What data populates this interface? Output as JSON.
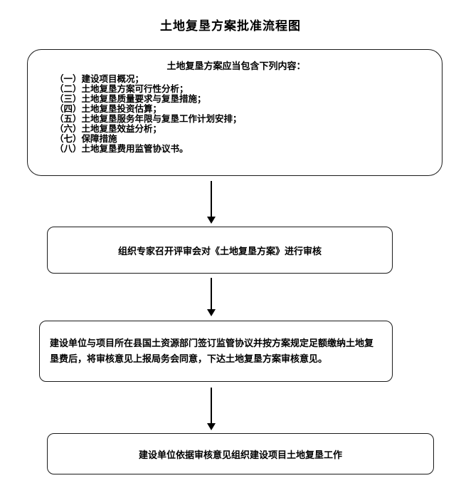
{
  "title": "土地复垦方案批准流程图",
  "boxes": {
    "contents": {
      "heading": "土地复垦方案应当包含下列内容：",
      "items": [
        "（一）建设项目概况；",
        "（二）土地复垦方案可行性分析；",
        "（三）土地复垦质量要求与复垦措施；",
        "（四）土地复垦投资估算；",
        "（五）土地复垦服务年限与复垦工作计划安排；",
        "（六）土地复垦效益分析；",
        "（七）保障措施",
        "（八）土地复垦费用监管协议书。"
      ]
    },
    "review": "组织专家召开评审会对《土地复垦方案》进行审核",
    "agreement": "建设单位与项目所在县国土资源部门签订监管协议并按方案规定足额缴纳土地复垦费后，将审核意见上报局务会同意，下达土地复垦方案审核意见。",
    "implementation": "建设单位依据审核意见组织建设项目土地复垦工作"
  }
}
